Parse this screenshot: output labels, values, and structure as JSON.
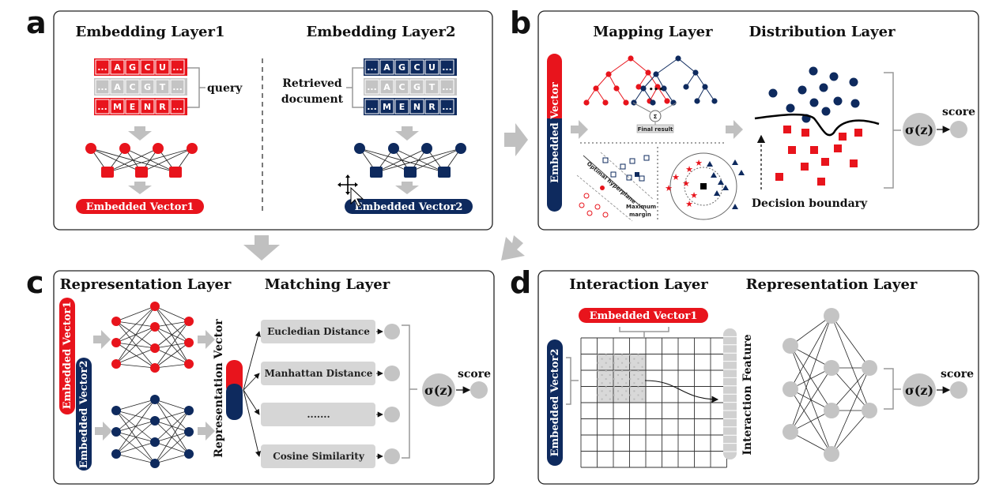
{
  "panels": {
    "a": {
      "letter": "a",
      "left_title": "Embedding Layer1",
      "right_title": "Embedding Layer2",
      "query_label": "query",
      "retrieved_label": [
        "Retrieved",
        "document"
      ],
      "seq_rows": [
        [
          "...",
          "A",
          "G",
          "C",
          "U",
          "..."
        ],
        [
          "...",
          "A",
          "C",
          "G",
          "T",
          "..."
        ],
        [
          "...",
          "M",
          "E",
          "N",
          "R",
          "..."
        ]
      ],
      "vector1_label": "Embedded Vector1",
      "vector2_label": "Embedded Vector2"
    },
    "b": {
      "letter": "b",
      "mapping_title": "Mapping Layer",
      "distribution_title": "Distribution Layer",
      "embedded_vector_label": "Embedded Vector",
      "ellipsis": "...",
      "sum_symbol": "Σ",
      "final_result": "Final result",
      "hyperplane_label": "Optimal hyperplane",
      "margin_label": [
        "Maximum",
        "margin"
      ],
      "decision_boundary": "Decision boundary",
      "sigma_label": "σ(z)",
      "score_label": "score"
    },
    "c": {
      "letter": "c",
      "representation_title": "Representation Layer",
      "matching_title": "Matching Layer",
      "vector1_label": "Embedded Vector1",
      "vector2_label": "Embedded Vector2",
      "representation_vector": "Representation Vector",
      "matchers": [
        "Eucledian Distance",
        "Manhattan Distance",
        ".......",
        "Cosine Similarity"
      ],
      "sigma_label": "σ(z)",
      "score_label": "score"
    },
    "d": {
      "letter": "d",
      "interaction_title": "Interaction Layer",
      "representation_title": "Representation Layer",
      "vector1_label": "Embedded Vector1",
      "vector2_label": "Embedded Vector2",
      "interaction_feature": "Interaction Feature",
      "sigma_label": "σ(z)",
      "score_label": "score"
    }
  },
  "colors": {
    "red": "#e8141c",
    "navy": "#0e2a5e",
    "gray": "#c4c4c4",
    "arrow": "#c0c0c0",
    "box": "#d6d6d6"
  }
}
